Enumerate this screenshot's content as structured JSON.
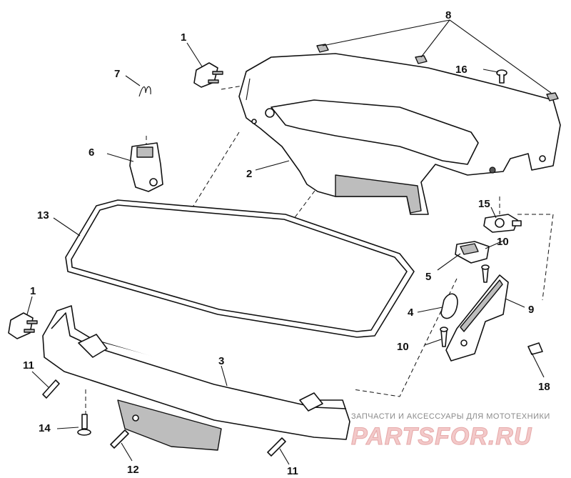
{
  "callouts": {
    "c1_top": "1",
    "c1_left": "1",
    "c2": "2",
    "c3": "3",
    "c4": "4",
    "c5": "5",
    "c6": "6",
    "c7": "7",
    "c8": "8",
    "c9": "9",
    "c10_upper": "10",
    "c10_lower": "10",
    "c11_left": "11",
    "c11_bottom": "11",
    "c12": "12",
    "c13": "13",
    "c14": "14",
    "c15": "15",
    "c16": "16",
    "c18": "18"
  },
  "watermark": {
    "tagline": "ЗАПЧАСТИ И АКСЕССУАРЫ ДЛЯ МОТОТЕХНИКИ",
    "brand": "PARTSFOR.RU",
    "brand_color": "#f3c9c9"
  }
}
